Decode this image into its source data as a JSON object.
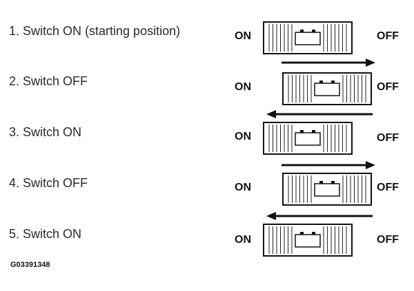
{
  "steps": [
    {
      "label": "1.  Switch ON (starting position)",
      "position": "on",
      "arrow": "none"
    },
    {
      "label": "2.  Switch OFF",
      "position": "off",
      "arrow": "right"
    },
    {
      "label": "3.  Switch ON",
      "position": "on",
      "arrow": "left"
    },
    {
      "label": "4.  Switch OFF",
      "position": "off",
      "arrow": "right"
    },
    {
      "label": "5.  Switch ON",
      "position": "on",
      "arrow": "left"
    }
  ],
  "switch_labels": {
    "on": "ON",
    "off": "OFF"
  },
  "figure_id": "G03391348",
  "icon": "battery-icon"
}
